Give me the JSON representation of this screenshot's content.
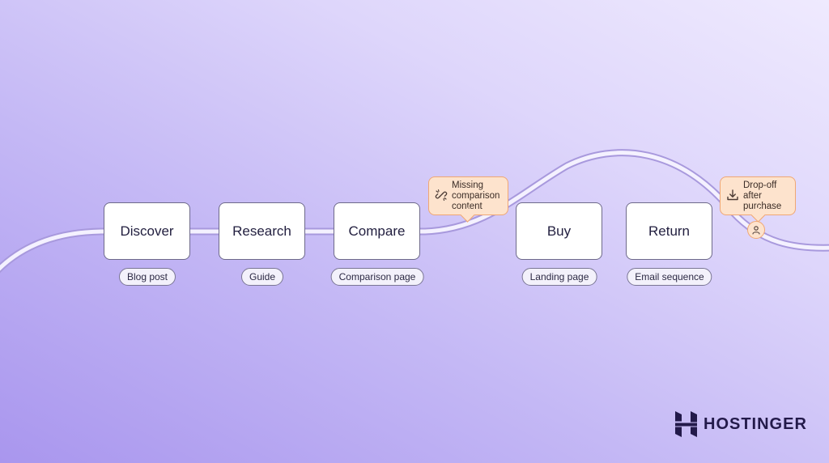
{
  "stages": [
    {
      "label": "Discover",
      "content_type": "Blog post"
    },
    {
      "label": "Research",
      "content_type": "Guide"
    },
    {
      "label": "Compare",
      "content_type": "Comparison page"
    },
    {
      "label": "Buy",
      "content_type": "Landing page"
    },
    {
      "label": "Return",
      "content_type": "Email sequence"
    }
  ],
  "callouts": {
    "gap": {
      "text_lines": [
        "Missing",
        "comparison",
        "content"
      ],
      "icon": "broken-link-icon"
    },
    "dropoff": {
      "text_lines": [
        "Drop-off",
        "after",
        "purchase"
      ],
      "icon": "download-icon"
    }
  },
  "user_marker_icon": "user-icon",
  "brand": {
    "name": "HOSTINGER",
    "color": "#231a4a"
  },
  "colors": {
    "path": "#f4f1ff",
    "path_edge": "#a899dd",
    "callout_fill": "#fde3cd",
    "callout_border": "#f0a773"
  }
}
